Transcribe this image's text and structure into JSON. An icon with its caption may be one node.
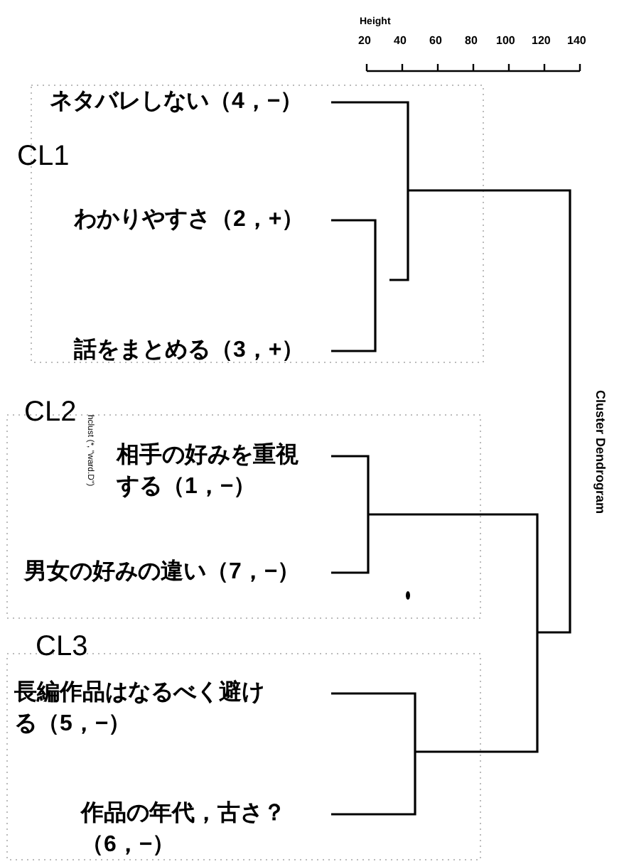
{
  "diagram": {
    "labels": [
      "Height",
      "20",
      "40",
      "60",
      "80",
      "100",
      "120",
      "140",
      "ネタバレしない（4，−）",
      "CL1",
      "わかりやすさ（2，+）",
      "話をまとめる（3，+）",
      "CL2",
      "hclust (*, \"ward.D\")",
      "相手の好みを重視する（1，−）",
      "男女の好みの違い（7，−）",
      "CL3",
      "長編作品はなるべく避ける（5，−）",
      "作品の年代，古さ？（6，−）",
      "Cluster Dendrogram"
    ]
  }
}
